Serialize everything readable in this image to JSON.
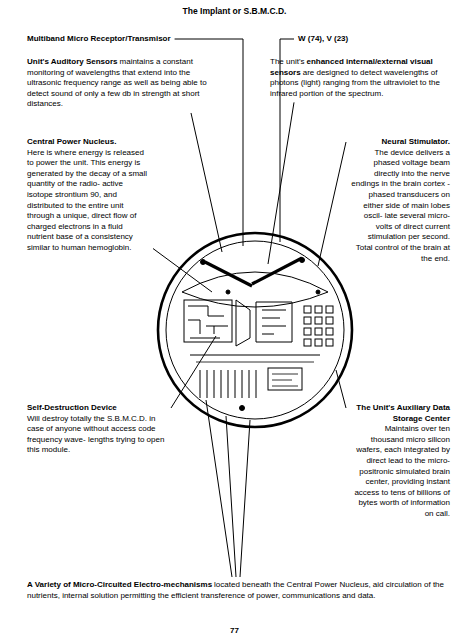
{
  "diagram": {
    "title": "The Implant or S.B.M.C.D.",
    "labels": [
      "Multiband Micro Receptor/Transmisor",
      "W (74), V (23)",
      "Unit's Auditory Sensors",
      "maintains a constant monitoring of wavelengths that extend into the ultrasonic frequency range as well as being able to detect sound of only a few db in strength at short distances.",
      "The unit's",
      "enhanced internal/external visual sensors",
      "are designed to detect wavelengths of photons (light) ranging from the ultraviolet to the infrared portion of the spectrum.",
      "Central Power Nucleus.",
      "Here is where energy is released to power the unit. This energy is generated by the decay of a small quantity of the radio- active isotope strontium 90, and distributed to the entire unit through a unique, direct flow of charged electrons in a fluid nutrient base of a consistency similar to human hemoglobin.",
      "Neural Stimulator.",
      "The device delivers a phased voltage beam directly into the nerve endings in the brain cortex -phased transducers on either side of main lobes oscil- late several micro- volts of direct current stimulation per second. Total control of the brain at the end.",
      "Self-Destruction Device",
      "Will destroy totally the S.B.M.C.D. in case of anyone without access code frequency wave- lengths trying to open this module.",
      "The Unit's Auxiliary Data Storage Center",
      "Maintains over ten thousand micro silicon wafers, each integrated by direct lead to the micro- positronic simulated brain center, providing instant access to tens of billions of bytes worth of information on call.",
      "A Variety of Micro-Circuited Electro-mechanisms",
      "located beneath the Central Power Nucleus, aid circulation of the nutrients, internal solution permitting the efficient transference of power, communications and data.",
      "77"
    ]
  }
}
